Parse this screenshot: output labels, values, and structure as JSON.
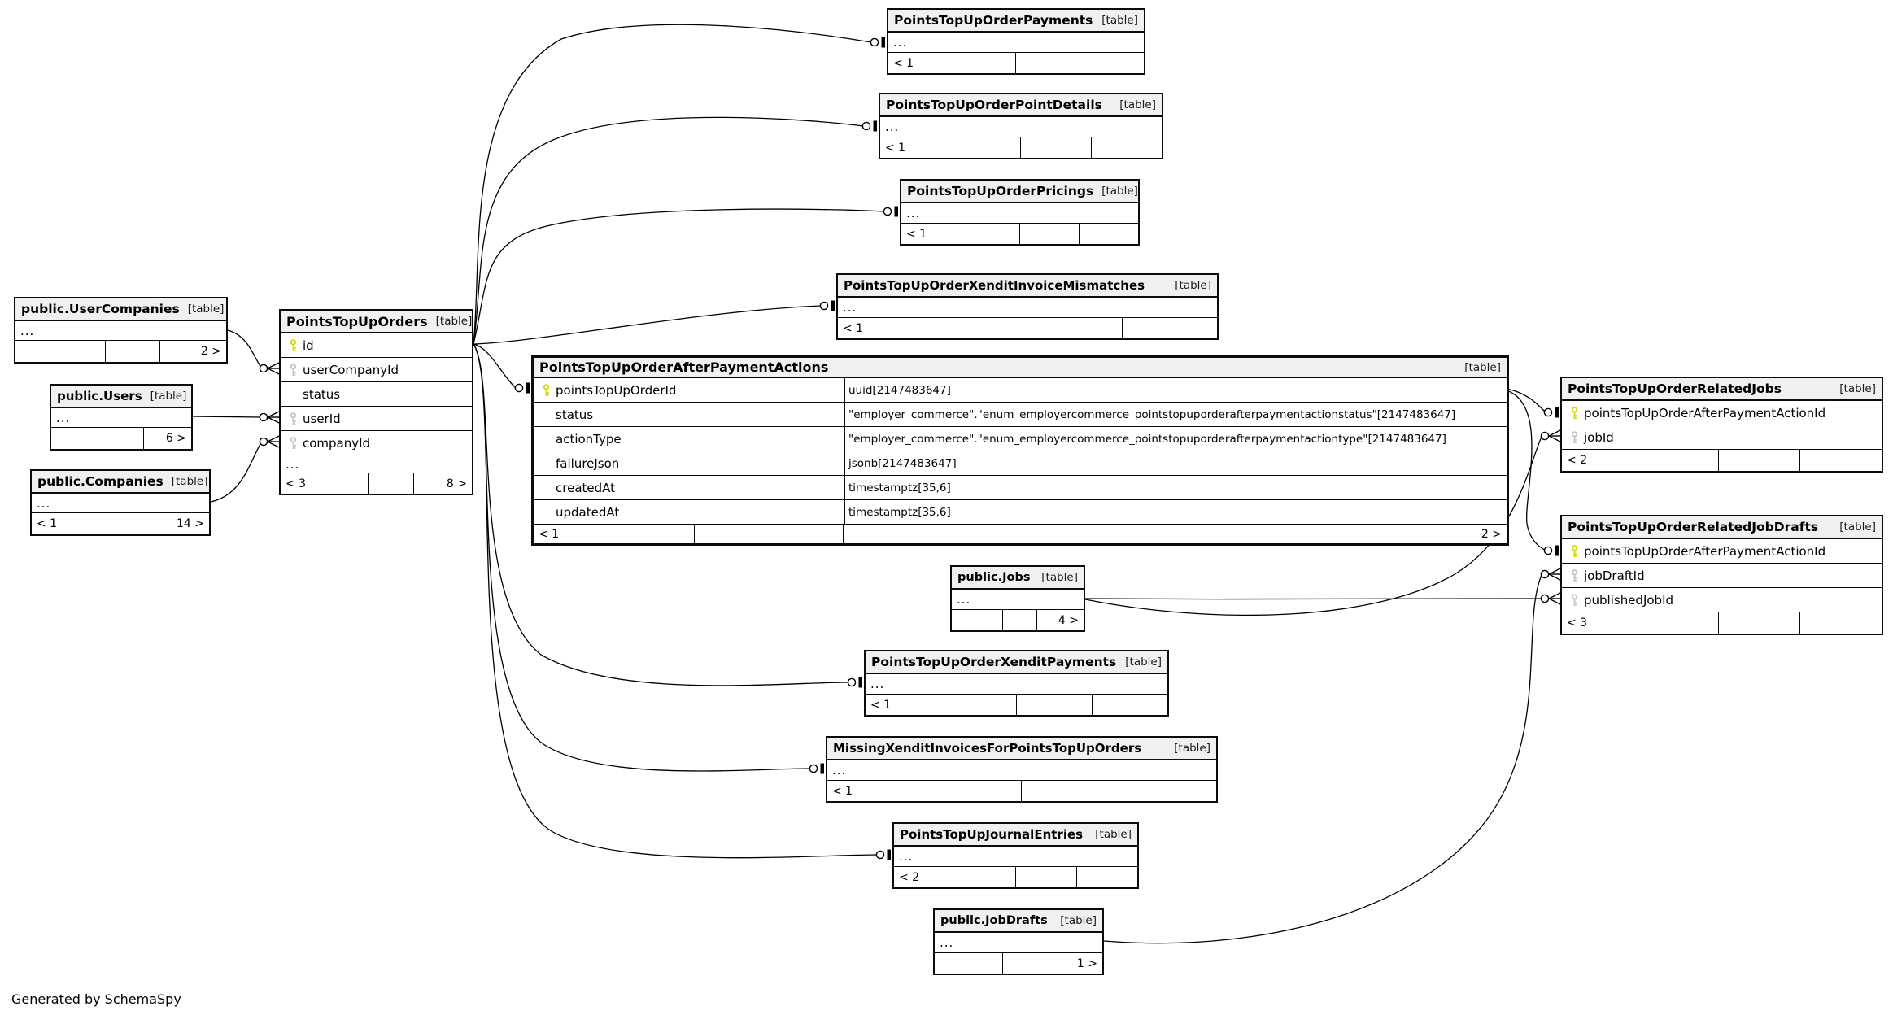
{
  "diagram": {
    "generated_by": "Generated by SchemaSpy",
    "table_tag": "[table]",
    "collapsed_columns_label": "..."
  },
  "entities": [
    {
      "id": "user-companies",
      "title": "public.UserCompanies",
      "tag": "[table]",
      "ellipsis": "...",
      "footer": {
        "left": "",
        "mid": "",
        "right": "2 >"
      }
    },
    {
      "id": "users",
      "title": "public.Users",
      "tag": "[table]",
      "ellipsis": "...",
      "footer": {
        "left": "",
        "mid": "",
        "right": "6 >"
      }
    },
    {
      "id": "companies",
      "title": "public.Companies",
      "tag": "[table]",
      "ellipsis": "...",
      "footer": {
        "left": "< 1",
        "mid": "",
        "right": "14 >"
      }
    },
    {
      "id": "points-top-up-orders",
      "title": "PointsTopUpOrders",
      "tag": "[table]",
      "columns": [
        {
          "name": "id",
          "key": "pk"
        },
        {
          "name": "userCompanyId",
          "key": "fk"
        },
        {
          "name": "status",
          "key": ""
        },
        {
          "name": "userId",
          "key": "fk"
        },
        {
          "name": "companyId",
          "key": "fk"
        }
      ],
      "ellipsis": "...",
      "footer": {
        "left": "< 3",
        "mid": "",
        "right": "8 >"
      }
    },
    {
      "id": "order-payments",
      "title": "PointsTopUpOrderPayments",
      "tag": "[table]",
      "ellipsis": "...",
      "footer": {
        "left": "< 1",
        "mid": "",
        "right": ""
      }
    },
    {
      "id": "order-point-details",
      "title": "PointsTopUpOrderPointDetails",
      "tag": "[table]",
      "ellipsis": "...",
      "footer": {
        "left": "< 1",
        "mid": "",
        "right": ""
      }
    },
    {
      "id": "order-pricings",
      "title": "PointsTopUpOrderPricings",
      "tag": "[table]",
      "ellipsis": "...",
      "footer": {
        "left": "< 1",
        "mid": "",
        "right": ""
      }
    },
    {
      "id": "xendit-invoice-mismatches",
      "title": "PointsTopUpOrderXenditInvoiceMismatches",
      "tag": "[table]",
      "ellipsis": "...",
      "footer": {
        "left": "< 1",
        "mid": "",
        "right": ""
      }
    },
    {
      "id": "after-payment-actions",
      "title": "PointsTopUpOrderAfterPaymentActions",
      "tag": "[table]",
      "columns": [
        {
          "name": "pointsTopUpOrderId",
          "key": "pk",
          "type": "uuid[2147483647]"
        },
        {
          "name": "status",
          "key": "",
          "type": "\"employer_commerce\".\"enum_employercommerce_pointstopuporderafterpaymentactionstatus\"[2147483647]"
        },
        {
          "name": "actionType",
          "key": "",
          "type": "\"employer_commerce\".\"enum_employercommerce_pointstopuporderafterpaymentactiontype\"[2147483647]"
        },
        {
          "name": "failureJson",
          "key": "",
          "type": "jsonb[2147483647]"
        },
        {
          "name": "createdAt",
          "key": "",
          "type": "timestamptz[35,6]"
        },
        {
          "name": "updatedAt",
          "key": "",
          "type": "timestamptz[35,6]"
        }
      ],
      "footer": {
        "left": "< 1",
        "mid": "",
        "right": "2 >"
      }
    },
    {
      "id": "jobs",
      "title": "public.Jobs",
      "tag": "[table]",
      "ellipsis": "...",
      "footer": {
        "left": "",
        "mid": "",
        "right": "4 >"
      }
    },
    {
      "id": "xendit-payments",
      "title": "PointsTopUpOrderXenditPayments",
      "tag": "[table]",
      "ellipsis": "...",
      "footer": {
        "left": "< 1",
        "mid": "",
        "right": ""
      }
    },
    {
      "id": "missing-xendit-invoices",
      "title": "MissingXenditInvoicesForPointsTopUpOrders",
      "tag": "[table]",
      "ellipsis": "...",
      "footer": {
        "left": "< 1",
        "mid": "",
        "right": ""
      }
    },
    {
      "id": "journal-entries",
      "title": "PointsTopUpJournalEntries",
      "tag": "[table]",
      "ellipsis": "...",
      "footer": {
        "left": "< 2",
        "mid": "",
        "right": ""
      }
    },
    {
      "id": "job-drafts",
      "title": "public.JobDrafts",
      "tag": "[table]",
      "ellipsis": "...",
      "footer": {
        "left": "",
        "mid": "",
        "right": "1 >"
      }
    },
    {
      "id": "related-jobs",
      "title": "PointsTopUpOrderRelatedJobs",
      "tag": "[table]",
      "columns": [
        {
          "name": "pointsTopUpOrderAfterPaymentActionId",
          "key": "pk"
        },
        {
          "name": "jobId",
          "key": "fk"
        }
      ],
      "footer": {
        "left": "< 2",
        "mid": "",
        "right": ""
      }
    },
    {
      "id": "related-job-drafts",
      "title": "PointsTopUpOrderRelatedJobDrafts",
      "tag": "[table]",
      "columns": [
        {
          "name": "pointsTopUpOrderAfterPaymentActionId",
          "key": "pk"
        },
        {
          "name": "jobDraftId",
          "key": "fk"
        },
        {
          "name": "publishedJobId",
          "key": "fk"
        }
      ],
      "footer": {
        "left": "< 3",
        "mid": "",
        "right": ""
      }
    }
  ],
  "colors": {
    "pk_key": "#d6d600",
    "fk_key": "#c2c2c2",
    "header_bg": "#f0f0f0",
    "border": "#0c0c0c"
  }
}
